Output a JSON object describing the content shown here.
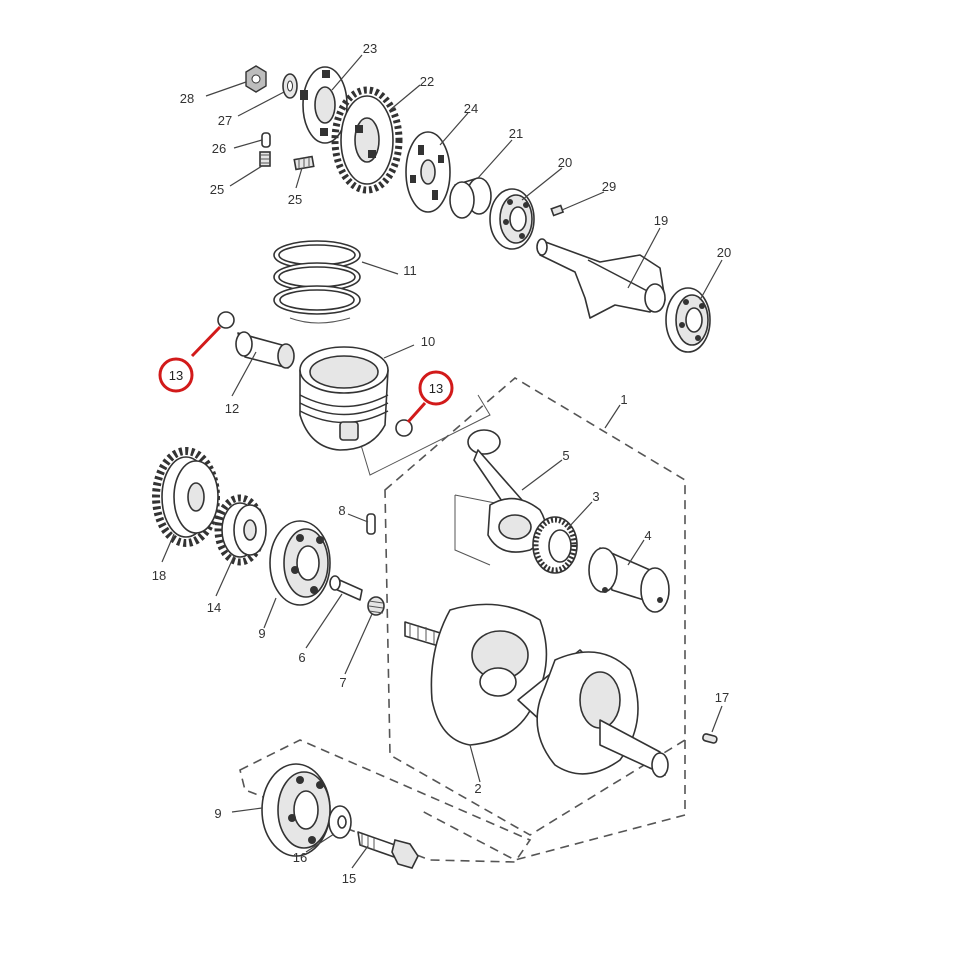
{
  "diagram": {
    "highlight_color": "#d21a1a",
    "callouts": {
      "c1": "1",
      "c2": "2",
      "c3": "3",
      "c4": "4",
      "c5": "5",
      "c6": "6",
      "c7": "7",
      "c8": "8",
      "c9a": "9",
      "c9b": "9",
      "c10": "10",
      "c11": "11",
      "c12": "12",
      "c13a": "13",
      "c13b": "13",
      "c14": "14",
      "c15": "15",
      "c16": "16",
      "c17": "17",
      "c18": "18",
      "c19": "19",
      "c20a": "20",
      "c20b": "20",
      "c21": "21",
      "c22": "22",
      "c23": "23",
      "c24": "24",
      "c25a": "25",
      "c25b": "25",
      "c26": "26",
      "c27": "27",
      "c28": "28",
      "c29": "29"
    }
  }
}
